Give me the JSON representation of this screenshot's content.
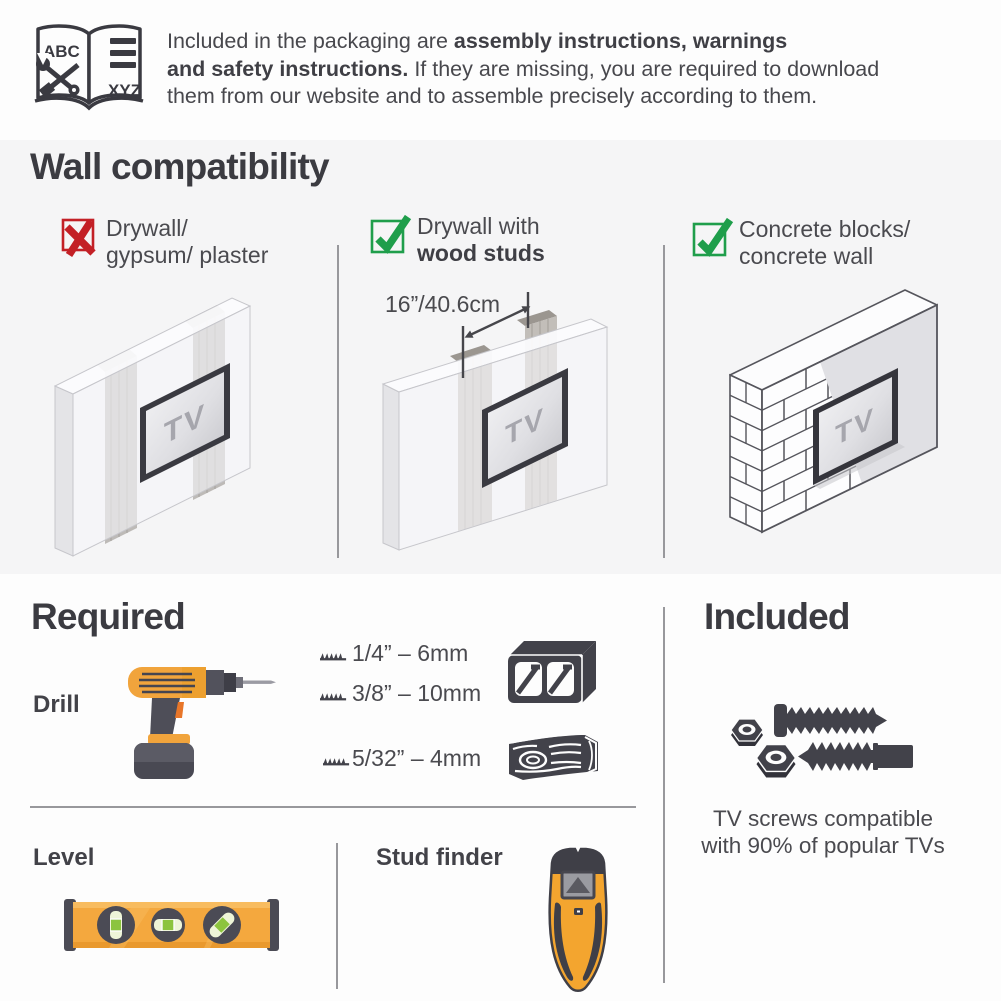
{
  "packaging_note": {
    "book_icon": {
      "left_label": "ABC",
      "right_label": "XYZ"
    },
    "line1_regular": "Included in the packaging are ",
    "line1_bold": "assembly instructions, warnings",
    "line2_bold": "and safety instructions.",
    "line2_regular": " If they are missing, you are required to download",
    "line3": "them from our website and to assemble precisely according to them."
  },
  "wall_compatibility": {
    "title": "Wall compatibility",
    "tv_label": "TV",
    "items": [
      {
        "status": "not-compatible",
        "line1": "Drywall/",
        "line2": "gypsum/ plaster"
      },
      {
        "status": "compatible",
        "line1": "Drywall with",
        "line2": "wood studs",
        "stud_spacing": "16”/40.6cm"
      },
      {
        "status": "compatible",
        "line1": "Concrete blocks/",
        "line2": "concrete wall"
      }
    ]
  },
  "required": {
    "title": "Required",
    "drill_label": "Drill",
    "drill_bits": [
      "1/4” – 6mm",
      "3/8” – 10mm",
      "5/32” – 4mm"
    ],
    "level_label": "Level",
    "stud_finder_label": "Stud finder"
  },
  "included": {
    "title": "Included",
    "note_line1": "TV screws compatible",
    "note_line2": "with 90% of popular TVs"
  },
  "colors": {
    "red": "#c32026",
    "green": "#1f9e4b",
    "tool_yellow": "#f3a63c",
    "icon_dark": "#42424a",
    "text": "#4a4a4f",
    "band_bg": "#f5f5f6"
  }
}
